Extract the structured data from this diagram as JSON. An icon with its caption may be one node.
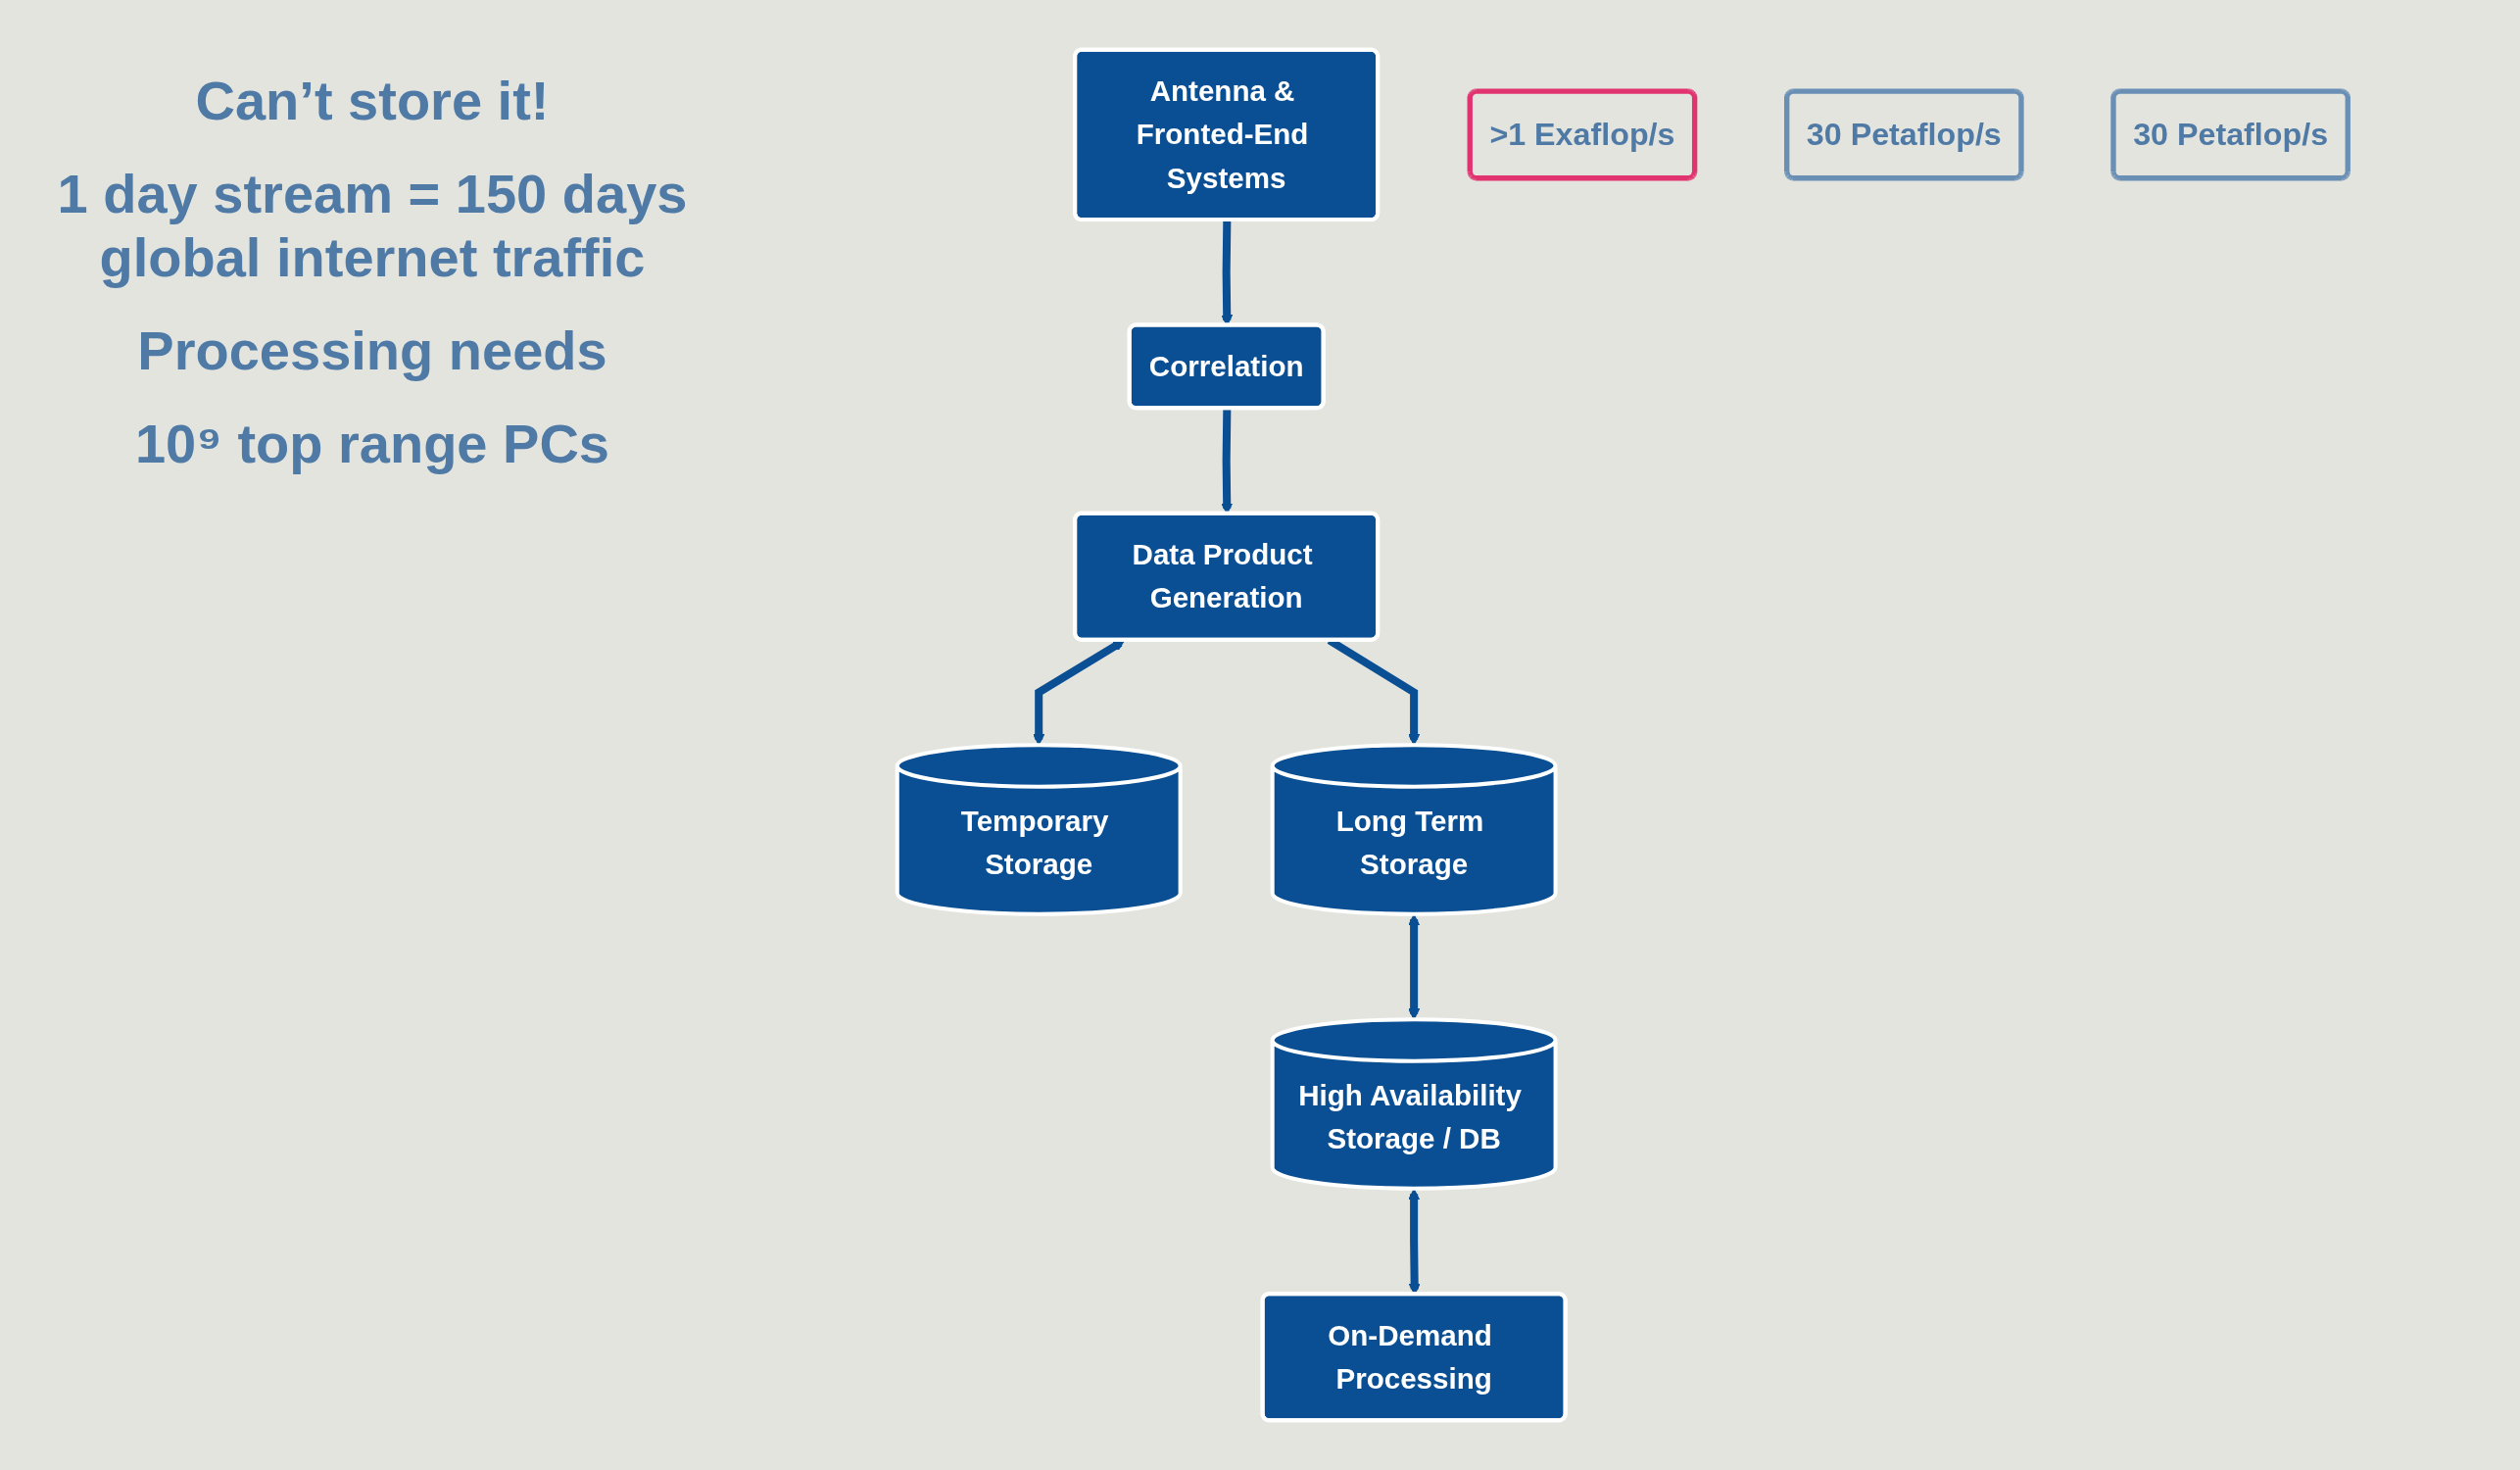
{
  "diagram": {
    "nodes": [
      {
        "text": [
          "Antenna & Fronted-End Systems"
        ]
      },
      {
        "text": [
          "Correlation"
        ]
      },
      {
        "text": [
          ">1 Exaflop/s"
        ]
      },
      {
        "text": [
          "Data Product Generation"
        ]
      },
      {
        "text": [
          "Temporary Storage"
        ]
      },
      {
        "text": [
          "30 Petaflop/s"
        ]
      },
      {
        "text": [
          "Long Term Storage"
        ]
      },
      {
        "text": [
          "High Availability Storage / DB"
        ]
      },
      {
        "text": [
          "On-Demand Processing"
        ]
      },
      {
        "text": [
          "30 Petaflop/s"
        ]
      }
    ],
    "edges": [
      {
        "from": 0,
        "to": 1,
        "arrow": "to"
      },
      {
        "from": 1,
        "to": 3,
        "arrow": "to"
      },
      {
        "from": 3,
        "to": 4,
        "arrow": "both"
      },
      {
        "from": 3,
        "to": 6,
        "arrow": "to"
      },
      {
        "from": 6,
        "to": 7,
        "arrow": "both"
      },
      {
        "from": 7,
        "to": 8,
        "arrow": "both"
      }
    ],
    "labels": [
      "Can’t store it!",
      "1 day stream = 150 days global internet traffic",
      "Processing needs",
      "10⁹ top range PCs"
    ]
  }
}
